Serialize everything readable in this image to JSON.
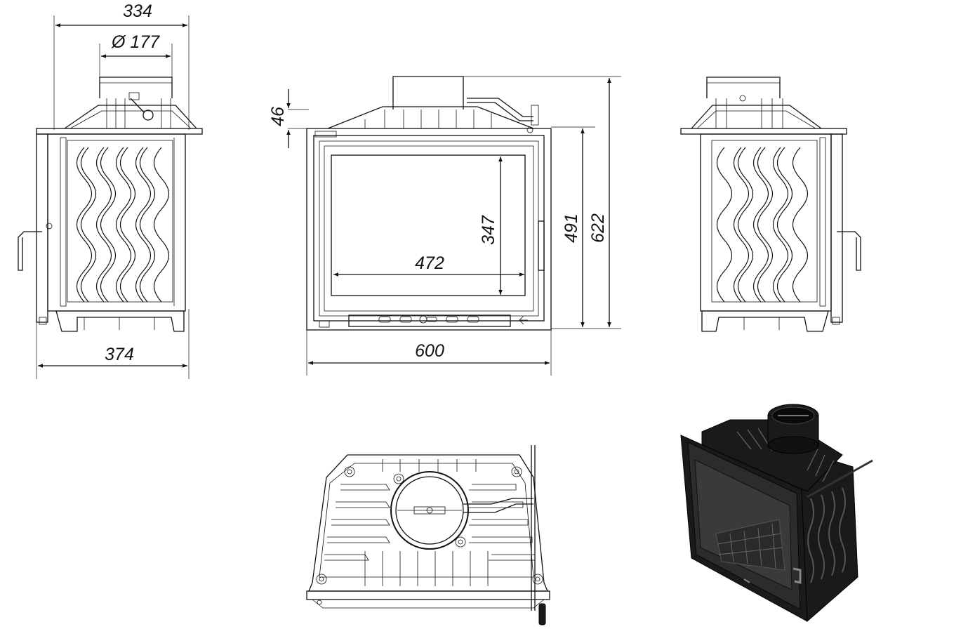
{
  "dimensions": {
    "side_depth": "334",
    "flue_diameter": "Ø 177",
    "side_total_depth": "374",
    "top_offset": "46",
    "glass_height": "347",
    "glass_width": "472",
    "front_width": "600",
    "door_height": "491",
    "total_height": "622"
  },
  "colors": {
    "line": "#111111",
    "body_fill": "#1a1a1a",
    "glass_fill": "#3a3a3a"
  }
}
